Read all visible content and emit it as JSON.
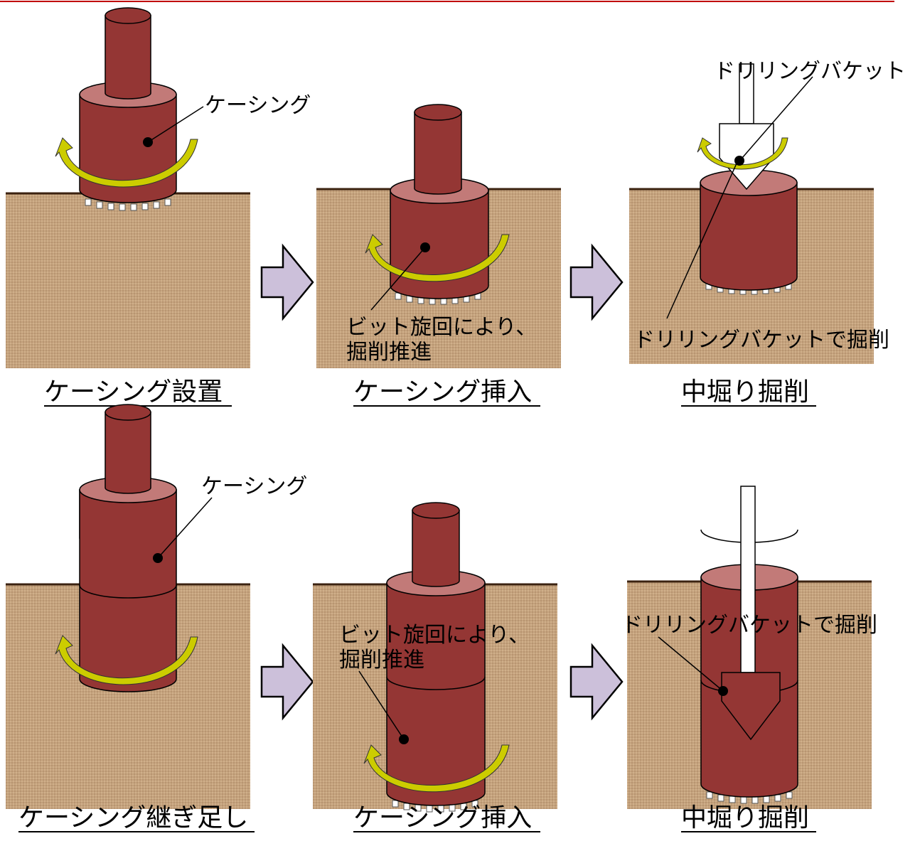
{
  "colors": {
    "casing": "#943634",
    "casing_top": "#c27a78",
    "ground": "#c4a27e",
    "arrow_yellow": "#cccc00",
    "step_arrow": "#ccc0da",
    "header_line": "#c00000"
  },
  "top_row": {
    "panel1": {
      "caption": "ケーシング設置",
      "label_casing": "ケーシング"
    },
    "panel2": {
      "caption": "ケーシング挿入",
      "label_bit_1": "ビット旋回により、",
      "label_bit_2": "掘削推進"
    },
    "panel3": {
      "caption": "中堀り掘削",
      "label_bucket": "ドリリングバケット",
      "label_excavate": "ドリリングバケットで掘削"
    }
  },
  "bottom_row": {
    "panel1": {
      "caption": "ケーシング継ぎ足し",
      "label_casing": "ケーシング"
    },
    "panel2": {
      "caption": "ケーシング挿入",
      "label_bit_1": "ビット旋回により、",
      "label_bit_2": "掘削推進"
    },
    "panel3": {
      "caption": "中堀り掘削",
      "label_excavate": "ドリリングバケットで掘削"
    }
  }
}
